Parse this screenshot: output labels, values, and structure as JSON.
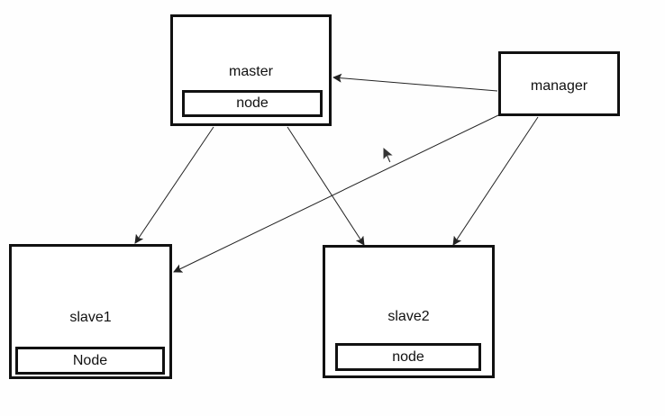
{
  "nodes": {
    "master": {
      "label": "master",
      "inner": "node"
    },
    "manager": {
      "label": "manager"
    },
    "slave1": {
      "label": "slave1",
      "inner": "Node"
    },
    "slave2": {
      "label": "slave2",
      "inner": "node"
    }
  },
  "edges": [
    {
      "from": "manager",
      "to": "master"
    },
    {
      "from": "manager",
      "to": "slave1"
    },
    {
      "from": "manager",
      "to": "slave2"
    },
    {
      "from": "master",
      "to": "slave1"
    },
    {
      "from": "master",
      "to": "slave2"
    }
  ],
  "cursor_icon": "mouse-pointer-icon"
}
